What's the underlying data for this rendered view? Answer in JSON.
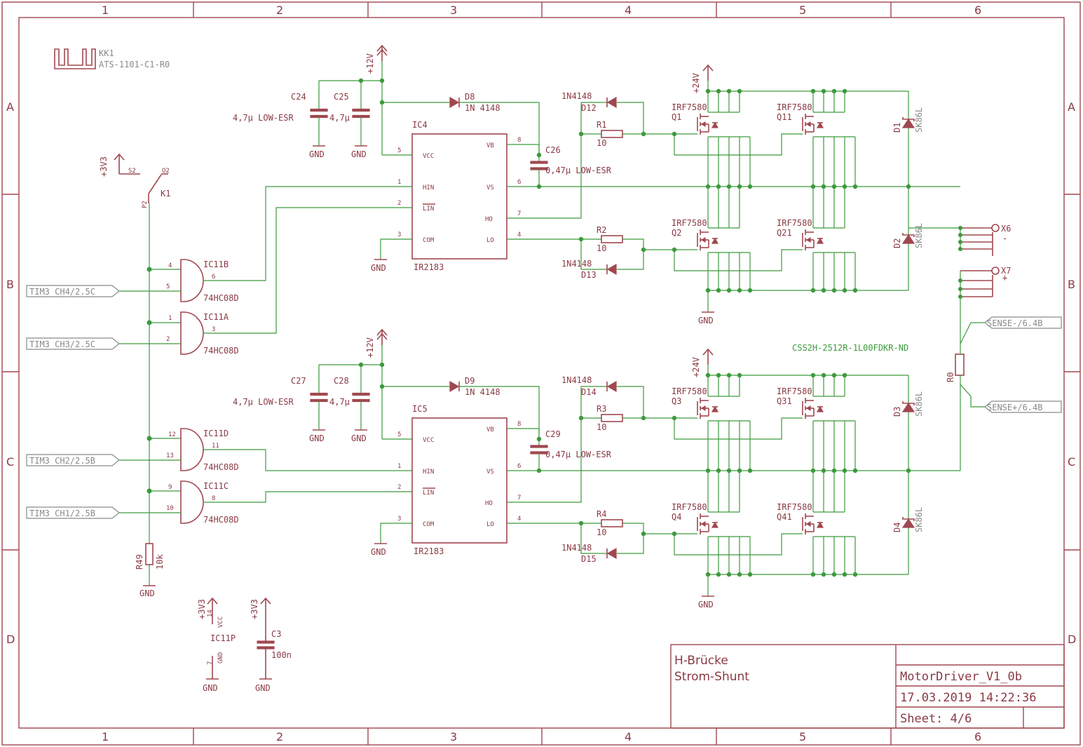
{
  "frame": {
    "columns": [
      "1",
      "2",
      "3",
      "4",
      "5",
      "6"
    ],
    "rows": [
      "A",
      "B",
      "C",
      "D"
    ]
  },
  "heatsink": {
    "name": "KK1",
    "value": "ATS-1101-C1-R0"
  },
  "switch": {
    "name": "K1",
    "pin_s2": "S2",
    "pin_o2": "O2",
    "pin_p2": "P2"
  },
  "supplies": {
    "v3": "+3V3",
    "v12": "+12V",
    "v24": "+24V",
    "gnd": "GND"
  },
  "capacitors": [
    {
      "name": "C24",
      "value": "4,7µ LOW-ESR"
    },
    {
      "name": "C25",
      "value": "4,7µ"
    },
    {
      "name": "C26",
      "value": "0,47µ LOW-ESR"
    },
    {
      "name": "C27",
      "value": "4,7µ LOW-ESR"
    },
    {
      "name": "C28",
      "value": "4,7µ"
    },
    {
      "name": "C29",
      "value": "0,47µ LOW-ESR"
    },
    {
      "name": "C3",
      "value": "100n"
    }
  ],
  "diodes": {
    "d8": {
      "name": "D8",
      "value": "1N 4148"
    },
    "d9": {
      "name": "D9",
      "value": "1N 4148"
    },
    "d12": {
      "name": "D12",
      "value": "1N4148"
    },
    "d13": {
      "name": "D13",
      "value": "1N4148"
    },
    "d14": {
      "name": "D14",
      "value": "1N4148"
    },
    "d15": {
      "name": "D15",
      "value": "1N4148"
    },
    "tvs": [
      {
        "name": "D1",
        "value": "SK86L"
      },
      {
        "name": "D2",
        "value": "SK86L"
      },
      {
        "name": "D3",
        "value": "SK86L"
      },
      {
        "name": "D4",
        "value": "SK86L"
      }
    ]
  },
  "resistors": [
    {
      "name": "R1",
      "value": "10"
    },
    {
      "name": "R2",
      "value": "10"
    },
    {
      "name": "R3",
      "value": "10"
    },
    {
      "name": "R4",
      "value": "10"
    },
    {
      "name": "R49",
      "value": "10k"
    },
    {
      "name": "R0",
      "value": "CSS2H-2512R-1L00FDKR-ND"
    }
  ],
  "drivers": [
    {
      "name": "IC4",
      "value": "IR2183",
      "pins": {
        "vcc": "VCC",
        "hin": "HIN",
        "lin": "LIN",
        "com": "COM",
        "vb": "VB",
        "vs": "VS",
        "ho": "HO",
        "lo": "LO"
      },
      "nums": {
        "vcc": "5",
        "hin": "1",
        "lin": "2",
        "com": "3",
        "vb": "8",
        "vs": "6",
        "ho": "7",
        "lo": "4"
      }
    },
    {
      "name": "IC5",
      "value": "IR2183",
      "pins": {
        "vcc": "VCC",
        "hin": "HIN",
        "lin": "LIN",
        "com": "COM",
        "vb": "VB",
        "vs": "VS",
        "ho": "HO",
        "lo": "LO"
      },
      "nums": {
        "vcc": "5",
        "hin": "1",
        "lin": "2",
        "com": "3",
        "vb": "8",
        "vs": "6",
        "ho": "7",
        "lo": "4"
      }
    }
  ],
  "gates": [
    {
      "name": "IC11B",
      "value": "74HC08D",
      "in1": "4",
      "in2": "5",
      "out": "6"
    },
    {
      "name": "IC11A",
      "value": "74HC08D",
      "in1": "1",
      "in2": "2",
      "out": "3"
    },
    {
      "name": "IC11D",
      "value": "74HC08D",
      "in1": "12",
      "in2": "13",
      "out": "11"
    },
    {
      "name": "IC11C",
      "value": "74HC08D",
      "in1": "9",
      "in2": "10",
      "out": "8"
    }
  ],
  "power_gate": {
    "name": "IC11P",
    "vcc": "VCC",
    "gnd": "GND",
    "pin_vcc": "14",
    "pin_gnd": "7"
  },
  "mosfets": [
    {
      "name": "Q1",
      "value": "IRF7580"
    },
    {
      "name": "Q11",
      "value": "IRF7580"
    },
    {
      "name": "Q2",
      "value": "IRF7580"
    },
    {
      "name": "Q21",
      "value": "IRF7580"
    },
    {
      "name": "Q3",
      "value": "IRF7580"
    },
    {
      "name": "Q31",
      "value": "IRF7580"
    },
    {
      "name": "Q4",
      "value": "IRF7580"
    },
    {
      "name": "Q41",
      "value": "IRF7580"
    }
  ],
  "net_labels": {
    "ch4": "TIM3_CH4/2.5C",
    "ch3": "TIM3_CH3/2.5C",
    "ch2": "TIM3_CH2/2.5B",
    "ch1": "TIM3_CH1/2.5B",
    "sense_minus": "SENSE-/6.4B",
    "sense_plus": "SENSE+/6.4B"
  },
  "connectors": [
    {
      "name": "X6",
      "polarity": "-"
    },
    {
      "name": "X7",
      "polarity": "+"
    }
  ],
  "titleblock": {
    "title1": "H-Brücke",
    "title2": "Strom-Shunt",
    "project": "MotorDriver_V1_0b",
    "date": "17.03.2019 14:22:36",
    "sheet": "Sheet: 4/6"
  }
}
